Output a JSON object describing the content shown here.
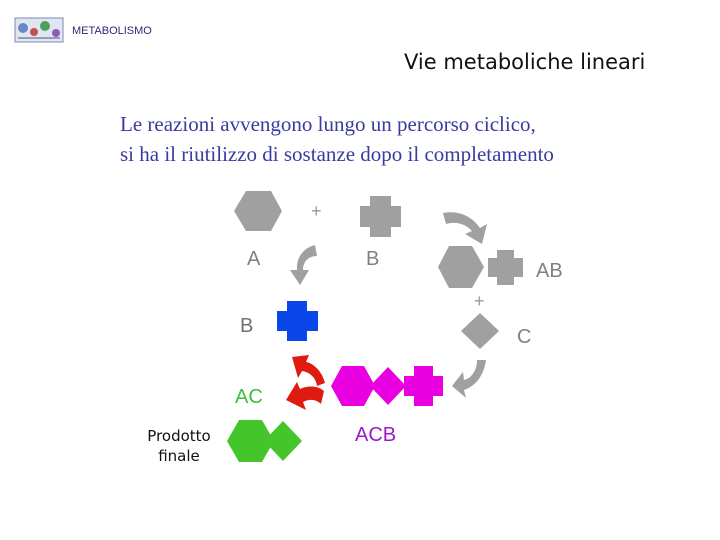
{
  "header": {
    "app_title": "METABOLISMO",
    "slide_title": "Vie metaboliche lineari"
  },
  "body": {
    "line1": "Le reazioni avvengono lungo un percorso ciclico,",
    "line2": "si ha il riutilizzo di sostanze dopo il completamento"
  },
  "diagram": {
    "label_a": "A",
    "label_b_top": "B",
    "label_ab": "AB",
    "label_c": "C",
    "label_b_left": "B",
    "label_ac": "AC",
    "label_acb": "ACB",
    "final_line1": "Prodotto",
    "final_line2": "finale",
    "plus_top": "+",
    "plus_right": "+"
  },
  "colors": {
    "gray": "#a0a0a0",
    "blue": "#0a47e8",
    "green": "#44c62b",
    "magenta": "#e800e0",
    "red": "#e01a10"
  }
}
